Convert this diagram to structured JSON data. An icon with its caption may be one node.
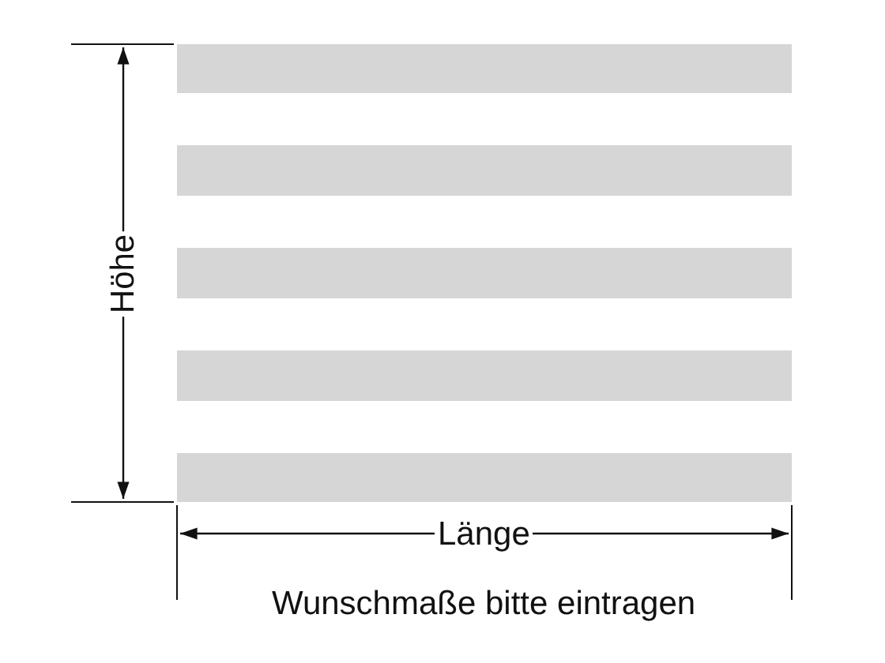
{
  "diagram": {
    "caption": "Wunschmaße bitte eintragen",
    "labels": [
      "Höhe",
      "Länge"
    ]
  }
}
